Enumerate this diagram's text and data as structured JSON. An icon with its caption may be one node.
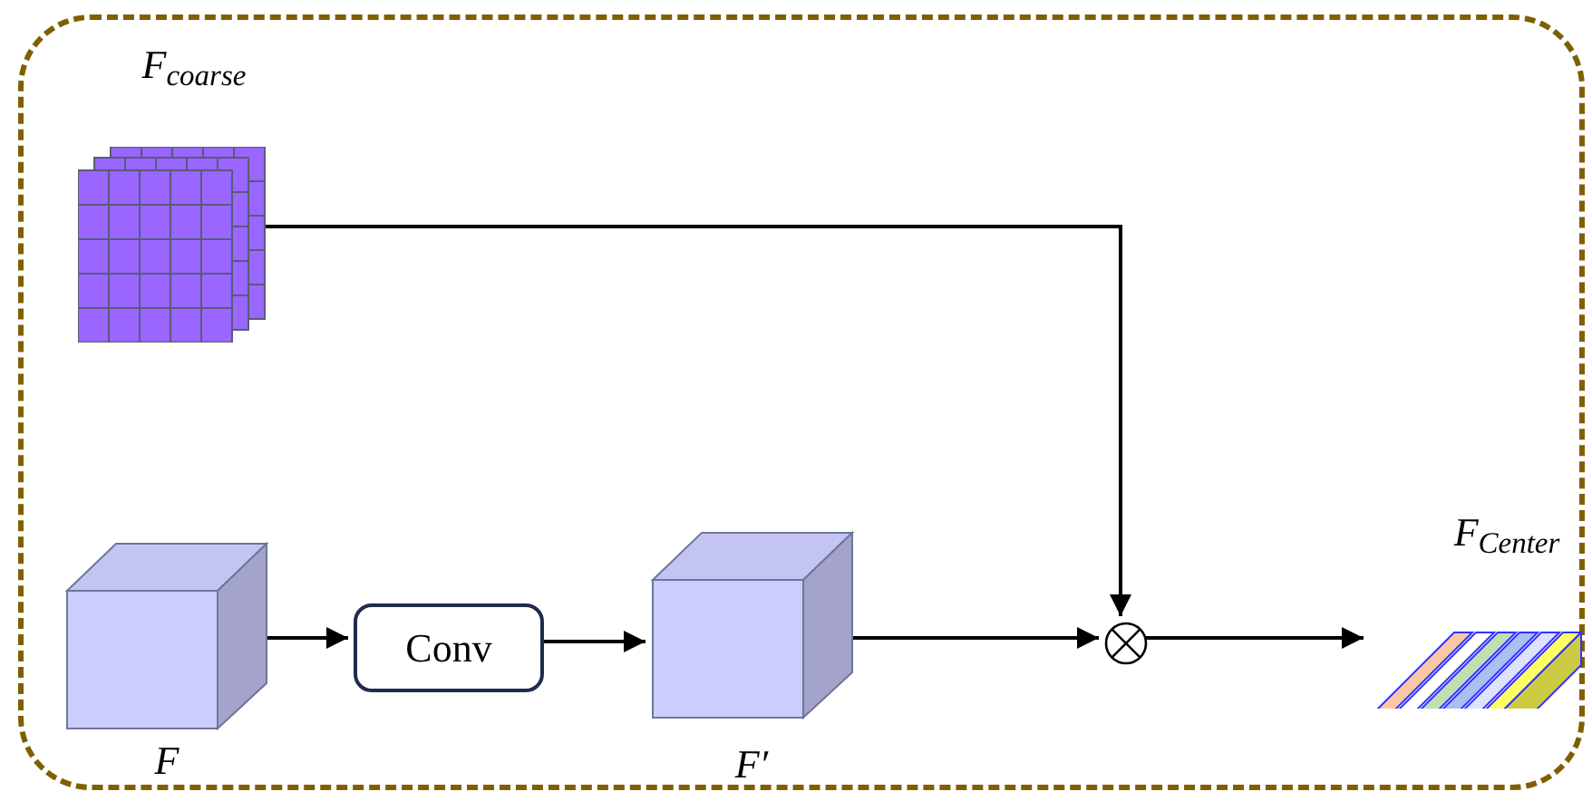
{
  "diagram": {
    "nodes": [
      {
        "text": [],
        "shape": "box"
      },
      {
        "text": [
          "F$_{coarse}$"
        ],
        "in": 0
      },
      {
        "text": [
          "F"
        ],
        "in": 0
      },
      {
        "text": [
          "Conv"
        ],
        "in": 0
      },
      {
        "text": [
          "F′"
        ],
        "in": 0
      },
      {
        "text": [],
        "shape": "circle",
        "in": 0
      },
      {
        "text": [
          "F$_{Center}$"
        ],
        "in": 0
      }
    ],
    "edges": [
      {
        "from": 1,
        "to": 5,
        "arrow": "to"
      },
      {
        "from": 2,
        "to": 3,
        "arrow": "to"
      },
      {
        "from": 3,
        "to": 4,
        "arrow": "to"
      },
      {
        "from": 4,
        "to": 5,
        "arrow": "to"
      },
      {
        "from": 5,
        "to": 6,
        "arrow": "to"
      }
    ]
  }
}
